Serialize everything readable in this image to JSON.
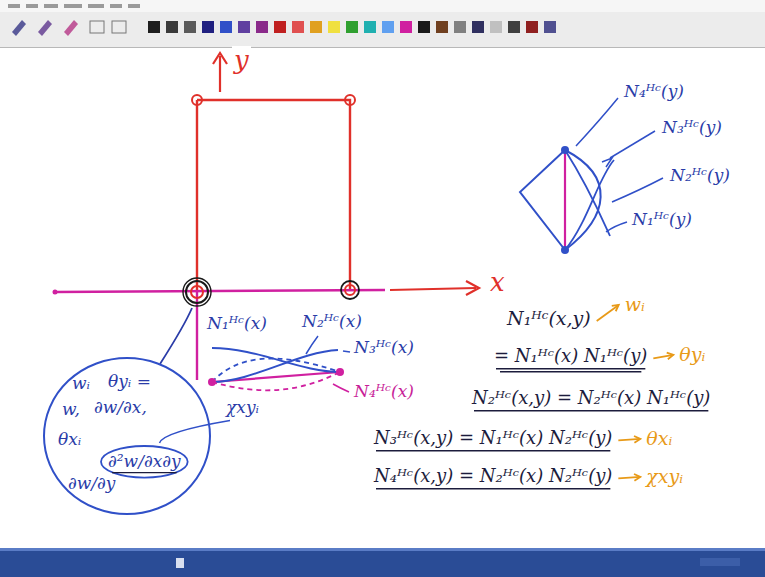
{
  "diagram": {
    "nodes": [
      {
        "text": [
          "wᵢ",
          "θyᵢ =",
          "w,",
          "∂w/∂x,",
          "θxᵢ",
          "∂w/∂y",
          "∂²w/∂x∂y"
        ]
      }
    ],
    "labels": [
      "y",
      "x",
      "N₄ᴴᶜ(y)",
      "N₃ᴴᶜ(y)",
      "N₂ᴴᶜ(y)",
      "N₁ᴴᶜ(y)",
      "N₁ᴴᶜ(x)",
      "N₂ᴴᶜ(x)",
      "N₃ᴴᶜ(x)",
      "N₄ᴴᶜ(x)",
      "χxyᵢ",
      "N₁ᴴᶜ(x,y)",
      "wᵢ",
      "= N₁ᴴᶜ(x) N₁ᴴᶜ(y)",
      "θyᵢ",
      "N₂ᴴᶜ(x,y) = N₂ᴴᶜ(x) N₁ᴴᶜ(y)",
      "N₃ᴴᶜ(x,y) = N₁ᴴᶜ(x) N₂ᴴᶜ(y)",
      "θxᵢ",
      "N₄ᴴᶜ(x,y) = N₂ᴴᶜ(x) N₂ᴴᶜ(y)",
      "χxyᵢ"
    ]
  }
}
